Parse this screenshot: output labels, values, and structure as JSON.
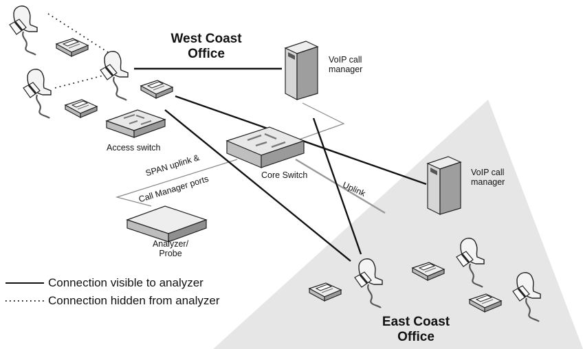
{
  "titles": {
    "west_line1": "West Coast",
    "west_line2": "Office",
    "east_line1": "East Coast",
    "east_line2": "Office"
  },
  "labels": {
    "voip_west_line1": "VoIP call",
    "voip_west_line2": "manager",
    "voip_east_line1": "VoIP call",
    "voip_east_line2": "manager",
    "access_switch": "Access switch",
    "core_switch": "Core Switch",
    "span_line1": "SPAN uplink &",
    "span_line2": "Call Manager ports",
    "uplink": "Uplink",
    "analyzer_line1": "Analyzer/",
    "analyzer_line2": "Probe"
  },
  "legend": {
    "visible": "Connection visible to analyzer",
    "hidden": "Connection hidden from analyzer"
  },
  "colors": {
    "region": "#e6e6e6",
    "line": "#111111",
    "device_light": "#eeeeee",
    "device_mid": "#c8c8c8",
    "device_dark": "#9a9a9a"
  }
}
